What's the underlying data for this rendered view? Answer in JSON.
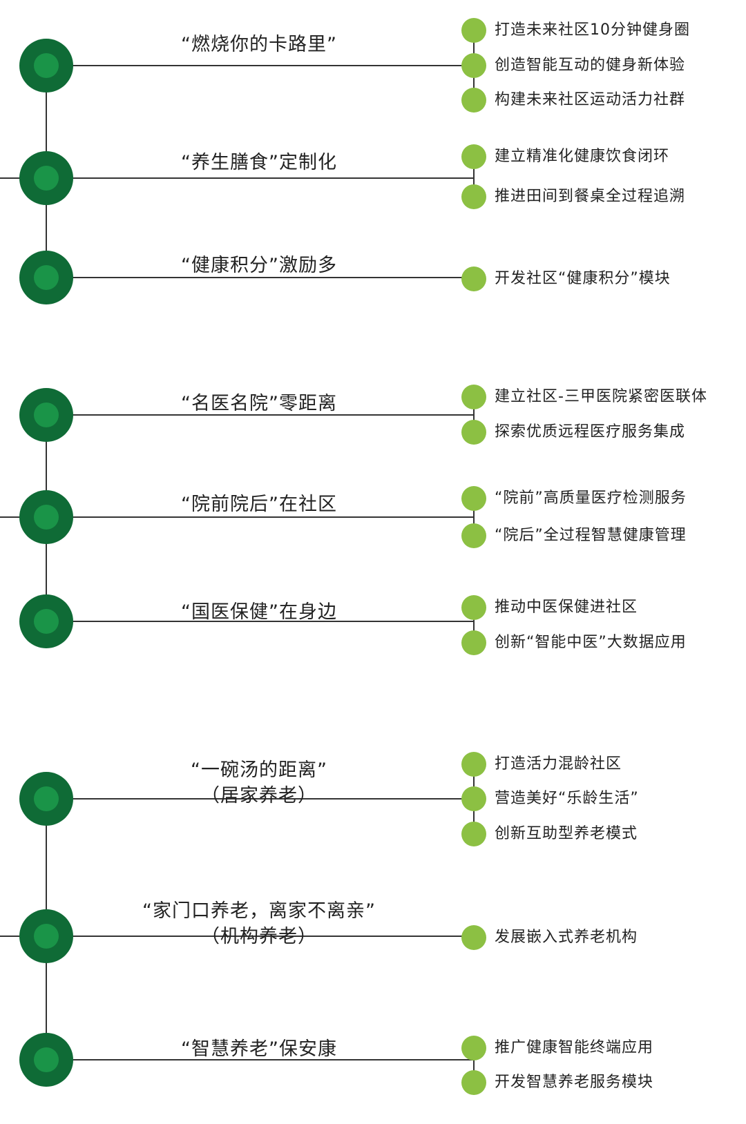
{
  "colors": {
    "node_outer": "#0f6b36",
    "node_inner": "#1a9448",
    "dot": "#8cc043",
    "line": "#333333"
  },
  "groups": [
    {
      "rows": [
        {
          "title": [
            "“燃烧你的卡路里”"
          ],
          "items": [
            "打造未来社区10分钟健身圈",
            "创造智能互动的健身新体验",
            "构建未来社区运动活力社群"
          ]
        },
        {
          "title": [
            "“养生膳食”定制化"
          ],
          "items": [
            "建立精准化健康饮食闭环",
            "推进田间到餐桌全过程追溯"
          ]
        },
        {
          "title": [
            "“健康积分”激励多"
          ],
          "items": [
            "开发社区“健康积分”模块"
          ]
        }
      ]
    },
    {
      "rows": [
        {
          "title": [
            "“名医名院”零距离"
          ],
          "items": [
            "建立社区-三甲医院紧密医联体",
            "探索优质远程医疗服务集成"
          ]
        },
        {
          "title": [
            "“院前院后”在社区"
          ],
          "items": [
            "“院前”高质量医疗检测服务",
            "“院后”全过程智慧健康管理"
          ]
        },
        {
          "title": [
            "“国医保健”在身边"
          ],
          "items": [
            "推动中医保健进社区",
            "创新“智能中医”大数据应用"
          ]
        }
      ]
    },
    {
      "rows": [
        {
          "title": [
            "“一碗汤的距离”",
            "（居家养老）"
          ],
          "items": [
            "打造活力混龄社区",
            "营造美好“乐龄生活”",
            "创新互助型养老模式"
          ]
        },
        {
          "title": [
            "“家门口养老，离家不离亲”",
            "（机构养老）"
          ],
          "items": [
            "发展嵌入式养老机构"
          ]
        },
        {
          "title": [
            "“智慧养老”保安康"
          ],
          "items": [
            "推广健康智能终端应用",
            "开发智慧养老服务模块"
          ]
        }
      ]
    }
  ]
}
